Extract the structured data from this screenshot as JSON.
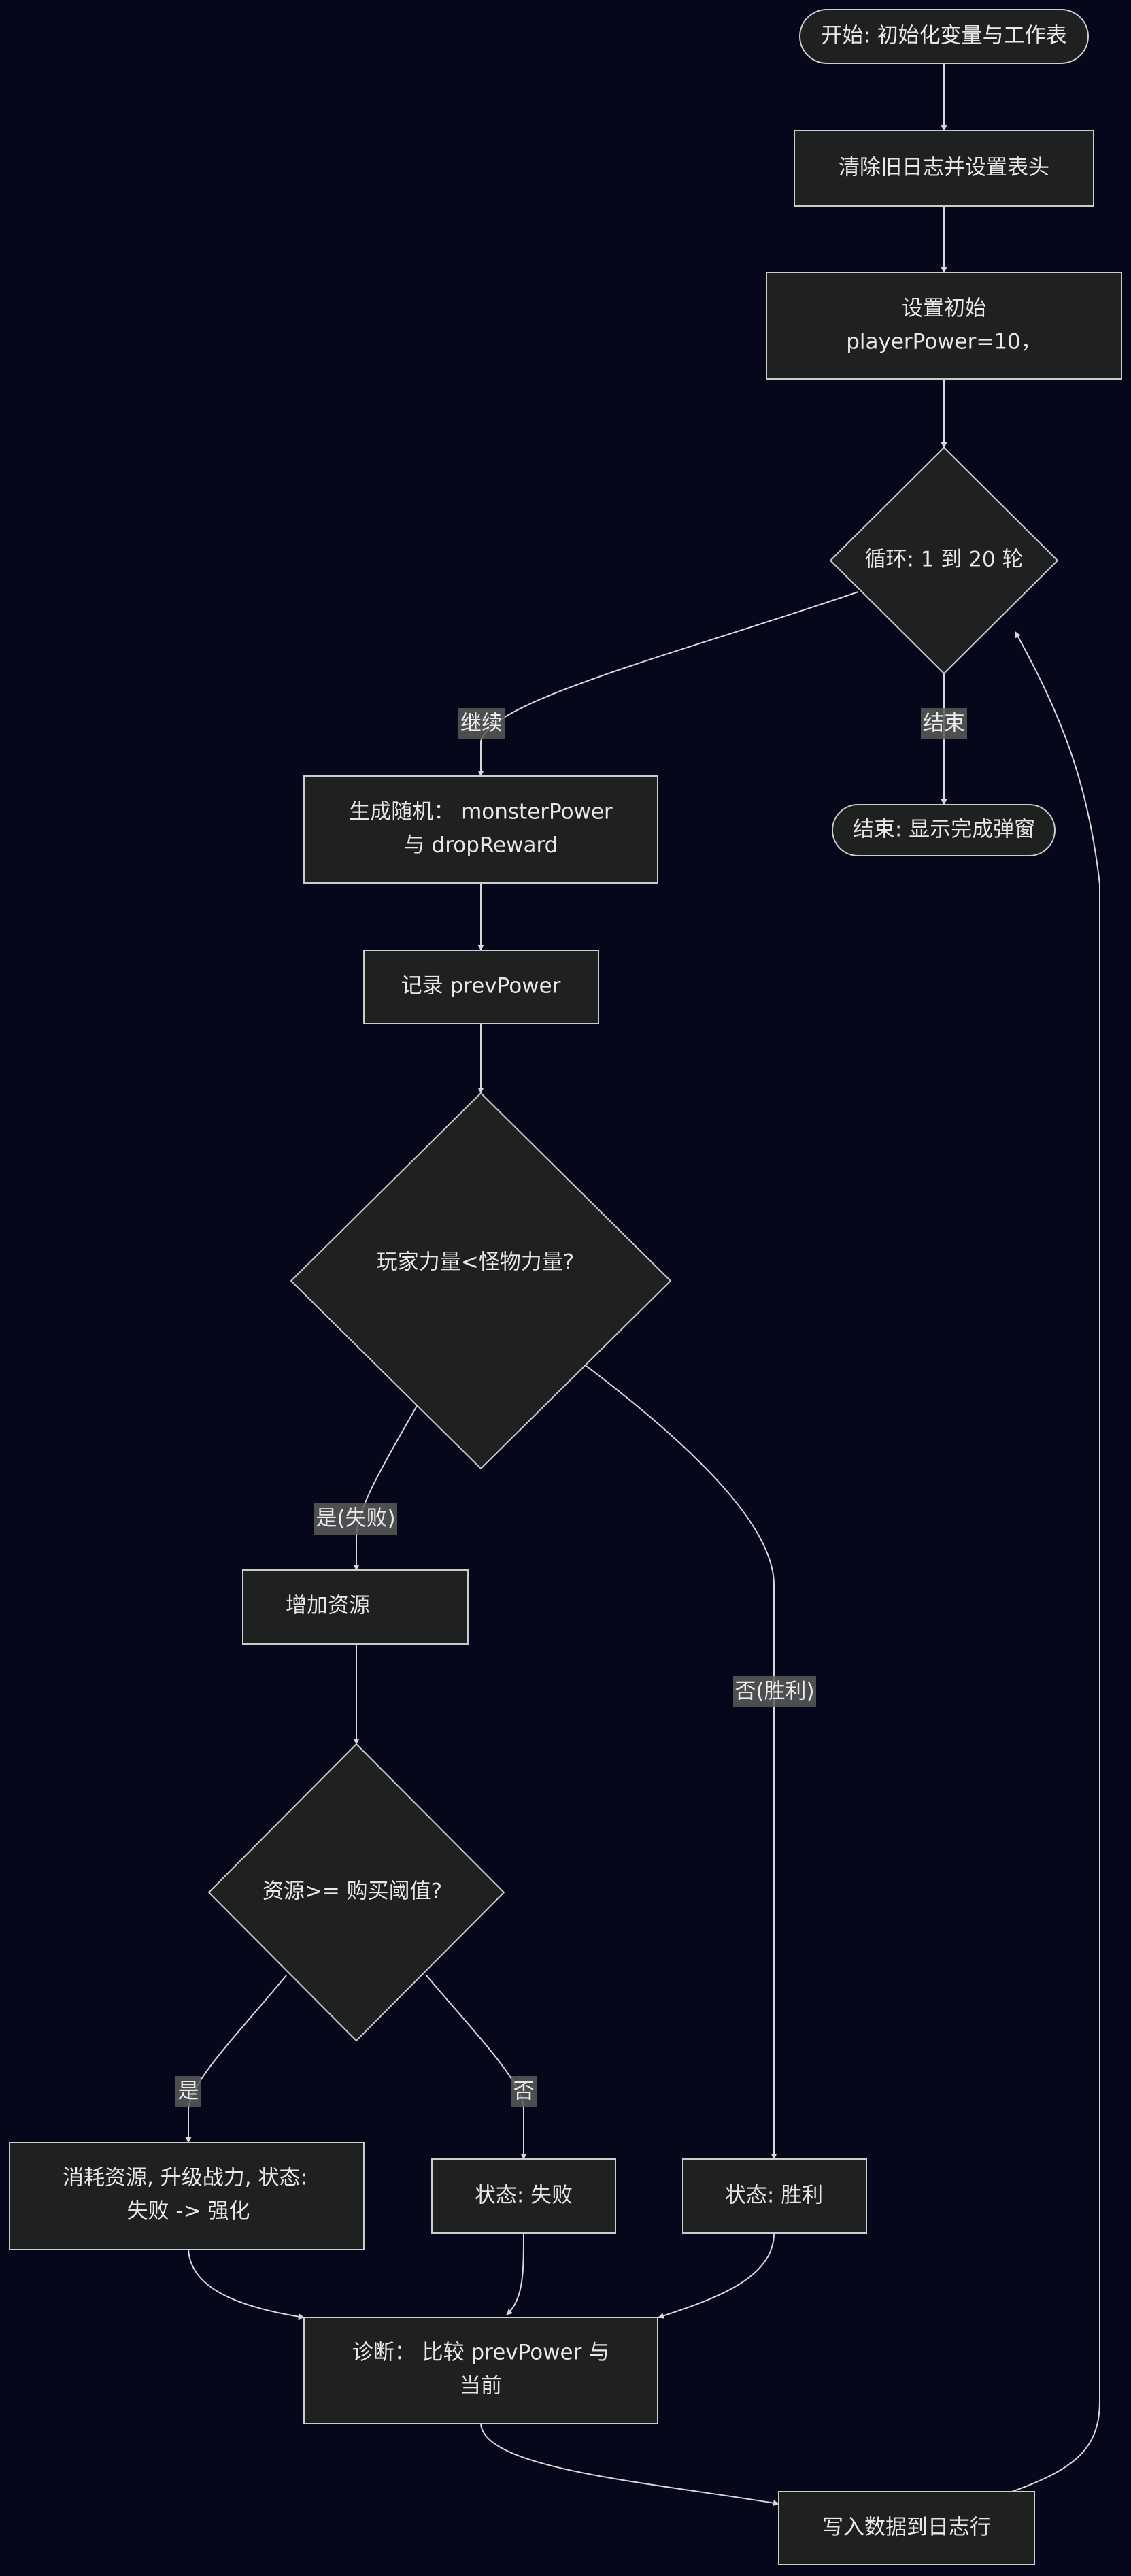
{
  "nodes": {
    "start": "开始: 初始化变量与工作表",
    "clear_log": "清除旧日志并设置表头",
    "init_line1": "设置初始",
    "init_line2": "playerPower=10，",
    "loop": "循环: 1 到 20 轮",
    "end": "结束: 显示完成弹窗",
    "random_line1": "生成随机： monsterPower",
    "random_line2": "与 dropReward",
    "record": "记录 prevPower",
    "compare": "玩家力量<怪物力量?",
    "add_resource": "增加资源",
    "threshold": "资源>= 购买阈值?",
    "upgrade_line1": "消耗资源, 升级战力, 状态:",
    "upgrade_line2": "失败 -> 强化",
    "status_fail": "状态: 失败",
    "status_win": "状态: 胜利",
    "diagnose_line1": "诊断： 比较 prevPower 与",
    "diagnose_line2": "当前",
    "write_log": "写入数据到日志行"
  },
  "edge_labels": {
    "continue": "继续",
    "finish": "结束",
    "yes_fail": "是(失败)",
    "no_win": "否(胜利)",
    "yes": "是",
    "no": "否"
  }
}
